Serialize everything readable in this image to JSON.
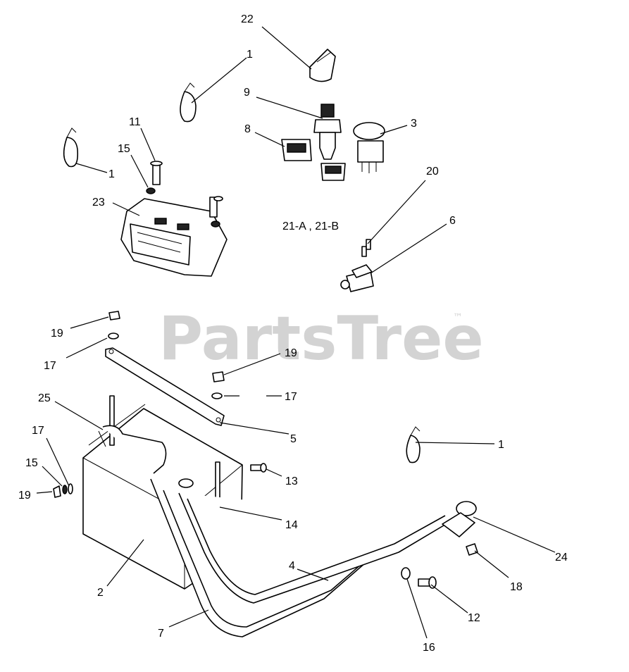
{
  "watermark": {
    "text": "PartsTree",
    "trademark": "™"
  },
  "callouts": {
    "c22": "22",
    "c1_top": "1",
    "c9": "9",
    "c3": "3",
    "c8": "8",
    "c11": "11",
    "c15_top": "15",
    "c1_left": "1",
    "c23": "23",
    "c20": "20",
    "c21": "21-A , 21-B",
    "c6": "6",
    "c19_left": "19",
    "c17_left": "17",
    "c19_mid": "19",
    "c17_mid": "17",
    "c25": "25",
    "c5": "5",
    "c1_right": "1",
    "c17_bl": "17",
    "c15_bl": "15",
    "c19_bl": "19",
    "c13": "13",
    "c14": "14",
    "c24": "24",
    "c4": "4",
    "c18": "18",
    "c2": "2",
    "c12": "12",
    "c7": "7",
    "c16": "16"
  }
}
